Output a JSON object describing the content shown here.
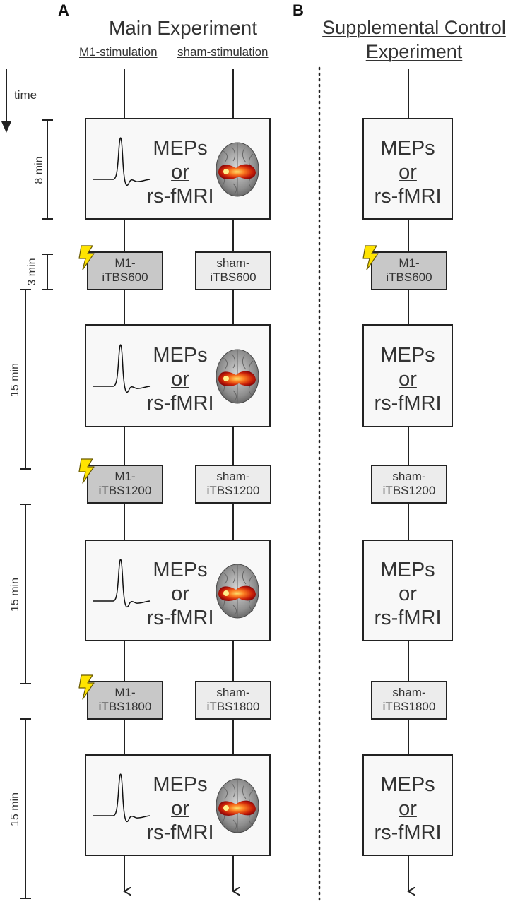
{
  "panels": {
    "a": {
      "letter": "A",
      "title": "Main Experiment",
      "columns": [
        "M1-stimulation",
        "sham-stimulation"
      ],
      "measurement": {
        "line1": "MEPs",
        "line2": "or",
        "line3": "rs-fMRI"
      },
      "stimulation_blocks": [
        {
          "m1": [
            "M1-",
            "iTBS600"
          ],
          "sham": [
            "sham-",
            "iTBS600"
          ]
        },
        {
          "m1": [
            "M1-",
            "iTBS1200"
          ],
          "sham": [
            "sham-",
            "iTBS1200"
          ]
        },
        {
          "m1": [
            "M1-",
            "iTBS1800"
          ],
          "sham": [
            "sham-",
            "iTBS1800"
          ]
        }
      ]
    },
    "b": {
      "letter": "B",
      "title_line1": "Supplemental Control",
      "title_line2": "Experiment",
      "measurement": {
        "line1": "MEPs",
        "line2": "or",
        "line3": "rs-fMRI"
      },
      "stimulation_blocks": [
        {
          "label": [
            "M1-",
            "iTBS600"
          ],
          "active": true
        },
        {
          "label": [
            "sham-",
            "iTBS1200"
          ],
          "active": false
        },
        {
          "label": [
            "sham-",
            "iTBS1800"
          ],
          "active": false
        }
      ]
    }
  },
  "timeline": {
    "label": "time",
    "durations": [
      "8 min",
      "3 min",
      "15 min",
      "15 min",
      "15 min"
    ]
  },
  "colors": {
    "active_fill": "#c8c8c8",
    "sham_fill": "#ececec",
    "box_fill": "#f8f8f8",
    "line": "#222222",
    "bolt_fill": "#ffe400"
  }
}
